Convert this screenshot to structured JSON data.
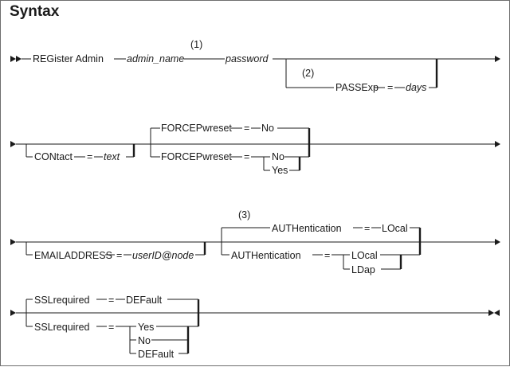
{
  "heading": "Syntax",
  "notes": {
    "n1": "(1)",
    "n2": "(2)",
    "n3": "(3)"
  },
  "row1": {
    "command": "REGister Admin",
    "admin_name": "admin_name",
    "password": "password",
    "passexp_keyword": "PASSExp",
    "equals": "=",
    "days": "days"
  },
  "row2": {
    "contact_keyword": "CONtact",
    "equals": "=",
    "text": "text",
    "forcepwreset_default": "FORCEPwreset",
    "default_no": "No",
    "forcepwreset_choice": "FORCEPwreset",
    "choices": [
      "No",
      "Yes"
    ]
  },
  "row3": {
    "emailaddress_keyword": "EMAILADDRESS",
    "equals": "=",
    "userid": "userID@node",
    "auth_default": "AUTHentication",
    "default_local": "LOcal",
    "auth_choice": "AUTHentication",
    "choices": [
      "LOcal",
      "LDap"
    ]
  },
  "row4": {
    "ssl_default": "SSLrequired",
    "default_value": "DEFault",
    "ssl_choice": "SSLrequired",
    "choices": [
      "Yes",
      "No",
      "DEFault"
    ]
  }
}
